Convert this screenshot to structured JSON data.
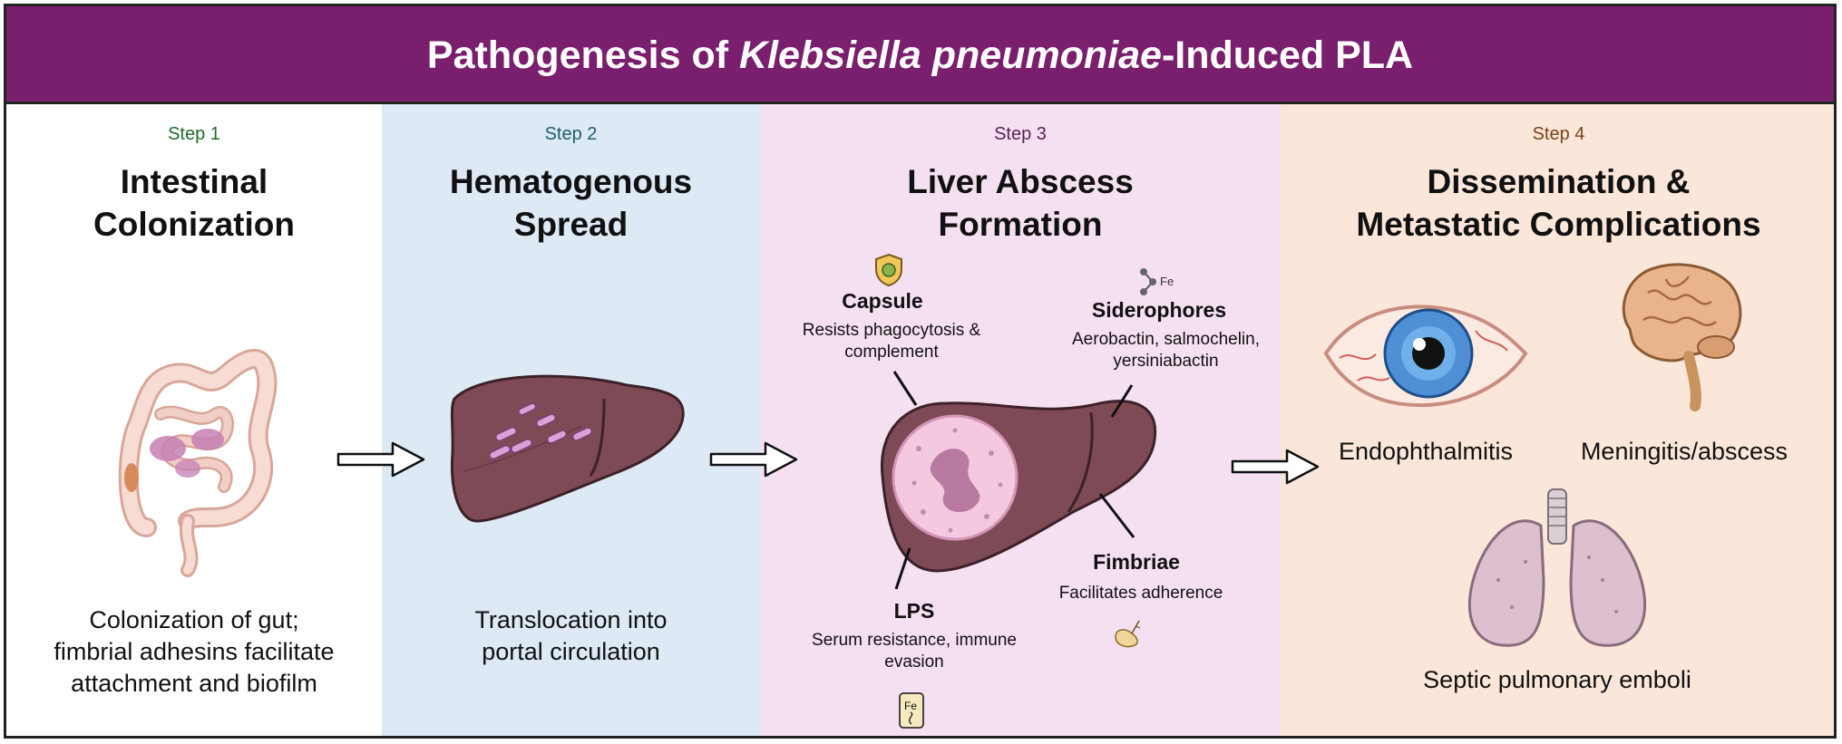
{
  "header": {
    "title_prefix": "Pathogenesis of ",
    "title_italic": "Klebsiella pneumoniae",
    "title_suffix": "-Induced PLA"
  },
  "steps": [
    {
      "step_label": "Step 1",
      "title_line1": "Intestinal",
      "title_line2": "Colonization",
      "desc_line1": "Colonization of gut;",
      "desc_line2": "fimbrial adhesins facilitate",
      "desc_line3": "attachment and biofilm"
    },
    {
      "step_label": "Step 2",
      "title_line1": "Hematogenous",
      "title_line2": "Spread",
      "desc_line1": "Translocation into",
      "desc_line2": "portal circulation"
    },
    {
      "step_label": "Step 3",
      "title_line1": "Liver Abscess",
      "title_line2": "Formation",
      "factors": {
        "capsule": {
          "name": "Capsule",
          "desc_line1": "Resists phagocytosis &",
          "desc_line2": "complement"
        },
        "siderophores": {
          "name": "Siderophores",
          "desc_line1": "Aerobactin, salmochelin,",
          "desc_line2": "yersiniabactin",
          "icon_text": "Fe"
        },
        "lps": {
          "name": "LPS",
          "desc_line1": "Serum resistance, immune",
          "desc_line2": "evasion",
          "icon_text": "Fe"
        },
        "fimbriae": {
          "name": "Fimbriae",
          "desc_line1": "Facilitates adherence"
        }
      }
    },
    {
      "step_label": "Step 4",
      "title_line1": "Dissemination &",
      "title_line2": "Metastatic Complications",
      "complications": {
        "eye": "Endophthalmitis",
        "brain": "Meningitis/abscess",
        "lungs": "Septic pulmonary emboli"
      }
    }
  ],
  "colors": {
    "header_bg": "#7a1e6e",
    "panel1_bg": "#ffffff",
    "panel2_bg": "#dde9f5",
    "panel3_bg": "#f5e0f2",
    "panel4_bg": "#fae7da",
    "liver": "#7e4a55",
    "abscess": "#f4c9e0"
  }
}
